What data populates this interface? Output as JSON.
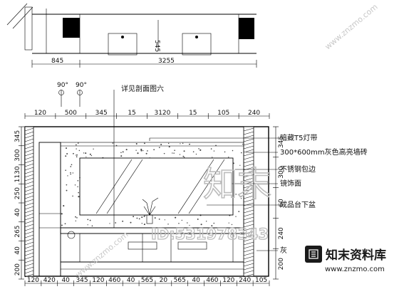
{
  "plan": {
    "dims_top": [
      "845",
      "3255"
    ],
    "dim_side": "545"
  },
  "elevation": {
    "angle_labels": [
      "90°",
      "90°"
    ],
    "dims_top": [
      "120",
      "500",
      "345",
      "15",
      "3120",
      "15",
      "105",
      "240"
    ],
    "dims_left": [
      "345",
      "300",
      "1130",
      "250",
      "40",
      "265",
      "40",
      "200"
    ],
    "dims_right": [
      "345",
      "300",
      "60",
      "240",
      "200"
    ],
    "dims_bottom": [
      "120",
      "420",
      "40",
      "345",
      "120",
      "460",
      "40",
      "565",
      "20",
      "565",
      "40",
      "460",
      "120",
      "240",
      "105"
    ]
  },
  "annotations": [
    "详见剖面图六",
    "暗藏T5灯带",
    "300*600mm灰色高亮墙砖",
    "不锈钢包边",
    "镜饰面",
    "成品台下盆",
    "灰"
  ],
  "watermark": {
    "brand": "知末",
    "id": "ID:531978343",
    "site": "www.znzmo.com"
  },
  "logo": {
    "name": "知末资料库",
    "url": "www.znzmo.com"
  }
}
